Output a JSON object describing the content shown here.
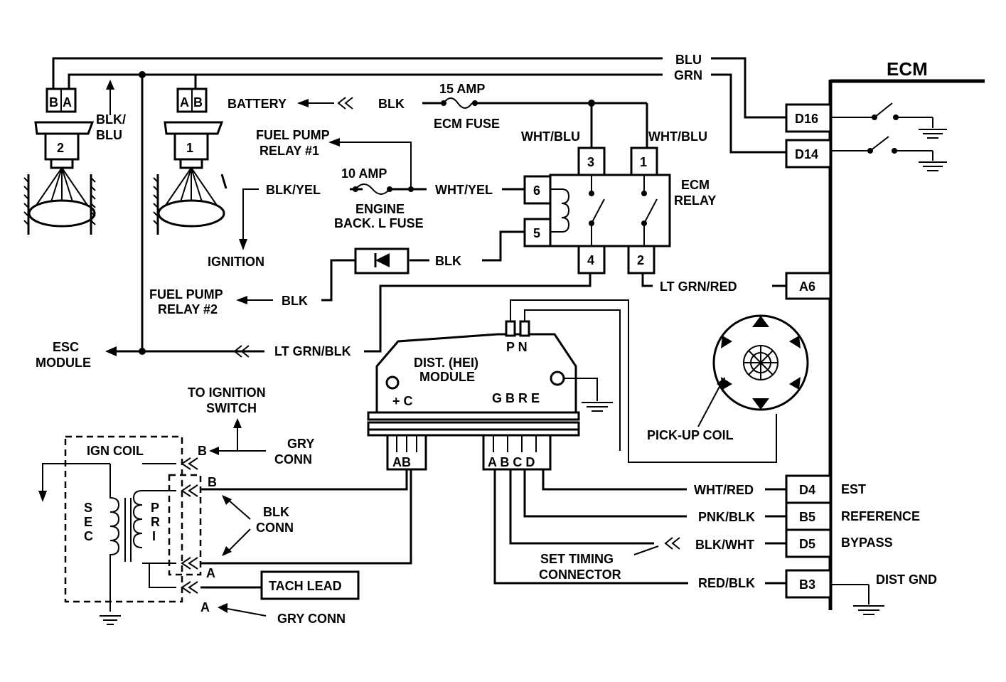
{
  "title": "ECM",
  "wires": {
    "blu": "BLU",
    "grn": "GRN",
    "blk_blu_1": "BLK/",
    "blk_blu_2": "BLU",
    "battery": "BATTERY",
    "blk_batt": "BLK",
    "fuse15": "15 AMP",
    "ecm_fuse": "ECM FUSE",
    "wht_blu_l": "WHT/BLU",
    "wht_blu_r": "WHT/BLU",
    "fpr1_1": "FUEL PUMP",
    "fpr1_2": "RELAY #1",
    "blk_yel": "BLK/YEL",
    "fuse10": "10 AMP",
    "eng_fuse_1": "ENGINE",
    "eng_fuse_2": "BACK. L FUSE",
    "wht_yel": "WHT/YEL",
    "ignition": "IGNITION",
    "blk_diode": "BLK",
    "fpr2_1": "FUEL PUMP",
    "fpr2_2": "RELAY #2",
    "blk_fpr2": "BLK",
    "ecm_relay_1": "ECM",
    "ecm_relay_2": "RELAY",
    "lt_grn_red": "LT GRN/RED",
    "esc_1": "ESC",
    "esc_2": "MODULE",
    "lt_grn_blk": "LT GRN/BLK",
    "dist_1": "DIST. (HEI)",
    "dist_2": "MODULE",
    "to_ign_1": "TO IGNITION",
    "to_ign_2": "SWITCH",
    "ign_coil": "IGN COIL",
    "gry_conn_1": "GRY",
    "gry_conn_2": "CONN",
    "blk_conn_1": "BLK",
    "blk_conn_2": "CONN",
    "pickup": "PICK-UP COIL",
    "tach": "TACH LEAD",
    "gry_conn_a": "GRY CONN",
    "wht_red": "WHT/RED",
    "pnk_blk": "PNK/BLK",
    "blk_wht": "BLK/WHT",
    "red_blk": "RED/BLK",
    "set_timing_1": "SET TIMING",
    "set_timing_2": "CONNECTOR",
    "est": "EST",
    "reference": "REFERENCE",
    "bypass": "BYPASS",
    "dist_gnd": "DIST GND",
    "sec": "SEC",
    "pri": "PRI"
  },
  "pins": {
    "d16": "D16",
    "d14": "D14",
    "a6": "A6",
    "d4": "D4",
    "b5": "B5",
    "d5": "D5",
    "b3": "B3",
    "r3": "3",
    "r1": "1",
    "r6": "6",
    "r5": "5",
    "r4": "4",
    "r2": "2",
    "inj2": "2",
    "inj1": "1",
    "inj2_b": "B",
    "inj2_a": "A",
    "inj1_a": "A",
    "inj1_b": "B",
    "plus_c": "+ C",
    "gbre": "G B R E",
    "pn": "P N",
    "ab": "AB",
    "abcd": "A B C D",
    "coil_b": "B",
    "coil_b2": "B",
    "coil_a": "A",
    "coil_a2": "A"
  }
}
